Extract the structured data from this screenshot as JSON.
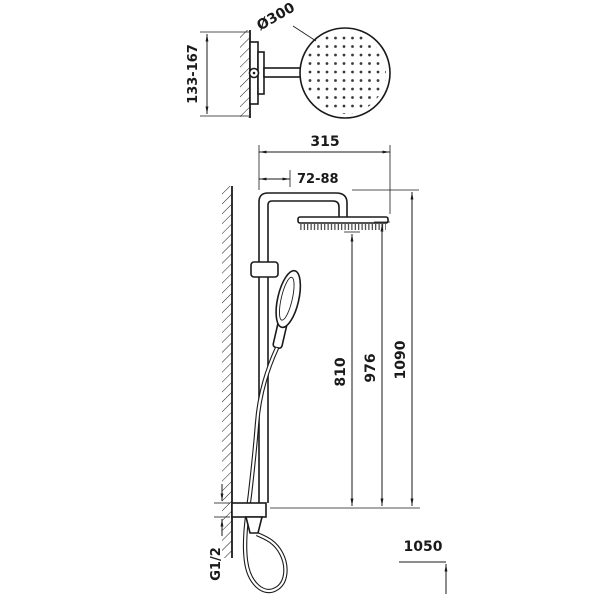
{
  "colors": {
    "background": "#ffffff",
    "line": "#1a1a1a"
  },
  "top_view": {
    "head_diameter": "Ø300",
    "bracket_height_range": "133-167"
  },
  "front_view": {
    "arm_projection": "315",
    "wall_clearance_range": "72-88",
    "slide_bar_height": "810",
    "head_height": "976",
    "column_height": "1090",
    "inlet_thread": "G1/2",
    "installation_height": "1050"
  }
}
